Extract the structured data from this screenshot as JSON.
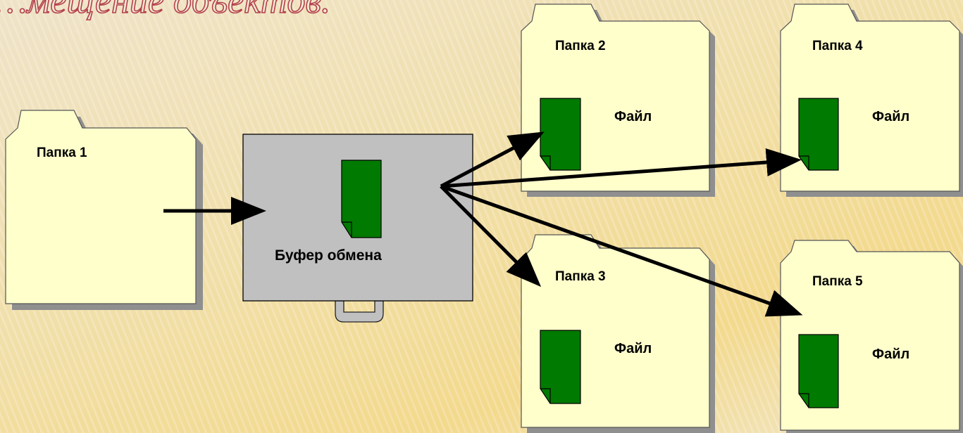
{
  "title": "…мещение объектов.",
  "folders": [
    {
      "label": "Папка 1"
    },
    {
      "label": "Папка 2",
      "file_label": "Файл"
    },
    {
      "label": "Папка 3",
      "file_label": "Файл"
    },
    {
      "label": "Папка 4",
      "file_label": "Файл"
    },
    {
      "label": "Папка 5",
      "file_label": "Файл"
    }
  ],
  "clipboard": {
    "label": "Буфер обмена"
  },
  "colors": {
    "folder_fill": "#ffffcc",
    "file_fill": "#007a00",
    "clipboard_fill": "#c0c0c0",
    "title_stroke": "#b3404a"
  }
}
